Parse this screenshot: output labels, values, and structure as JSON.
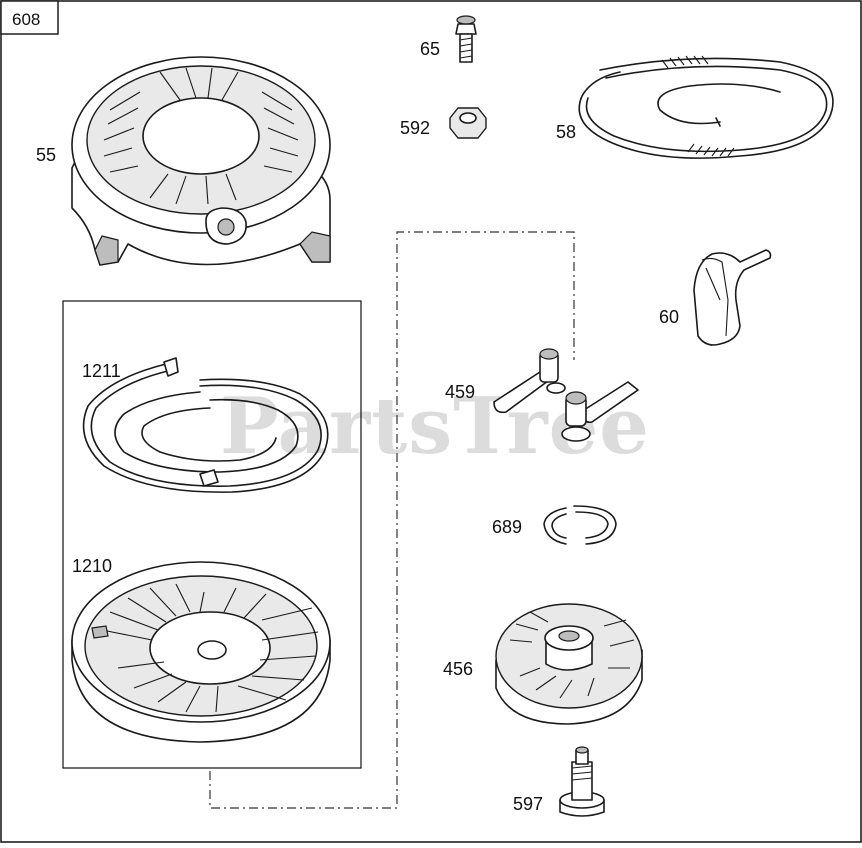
{
  "diagram": {
    "id": "608",
    "watermark": "PartsTree"
  },
  "parts": [
    {
      "key": "p55",
      "number": "55",
      "icon": "recoil-housing-icon"
    },
    {
      "key": "p65",
      "number": "65",
      "icon": "bolt-icon"
    },
    {
      "key": "p592",
      "number": "592",
      "icon": "hex-nut-icon"
    },
    {
      "key": "p58",
      "number": "58",
      "icon": "starter-rope-icon"
    },
    {
      "key": "p60",
      "number": "60",
      "icon": "rope-handle-icon"
    },
    {
      "key": "p1211",
      "number": "1211",
      "icon": "recoil-spring-icon"
    },
    {
      "key": "p459",
      "number": "459",
      "icon": "pawl-icon"
    },
    {
      "key": "p689",
      "number": "689",
      "icon": "retainer-ring-icon"
    },
    {
      "key": "p1210",
      "number": "1210",
      "icon": "pulley-icon"
    },
    {
      "key": "p456",
      "number": "456",
      "icon": "retainer-icon"
    },
    {
      "key": "p597",
      "number": "597",
      "icon": "shoulder-screw-icon"
    }
  ]
}
